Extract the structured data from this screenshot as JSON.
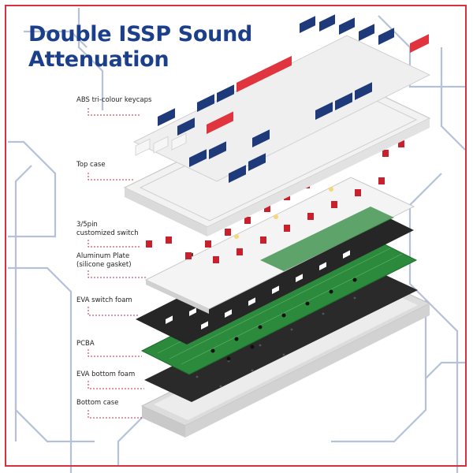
{
  "title": {
    "line1": "Double ISSP Sound",
    "line2": "Attenuation"
  },
  "layers": [
    {
      "label": "ABS tri-colour keycaps"
    },
    {
      "label": "Top case"
    },
    {
      "label_line1": "3/5pin",
      "label_line2": "customized switch"
    },
    {
      "label_line1": "Aluminum Plate",
      "label_line2": "(silicone gasket)"
    },
    {
      "label": "EVA switch foam"
    },
    {
      "label": "PCBA"
    },
    {
      "label": "EVA bottom foam"
    },
    {
      "label": "Bottom case"
    }
  ],
  "colors": {
    "title": "#1c3f8c",
    "frame": "#d7303e",
    "leader": "#c0303c",
    "keycap_navy": "#1f3a7a",
    "keycap_red": "#e0353f",
    "keycap_white": "#f2f2f2",
    "pcb": "#2c8a3c",
    "foam": "#2a2a2a",
    "case": "#e6e6e6",
    "switch_red": "#c8202c",
    "circuit": "#9aa8c8"
  }
}
